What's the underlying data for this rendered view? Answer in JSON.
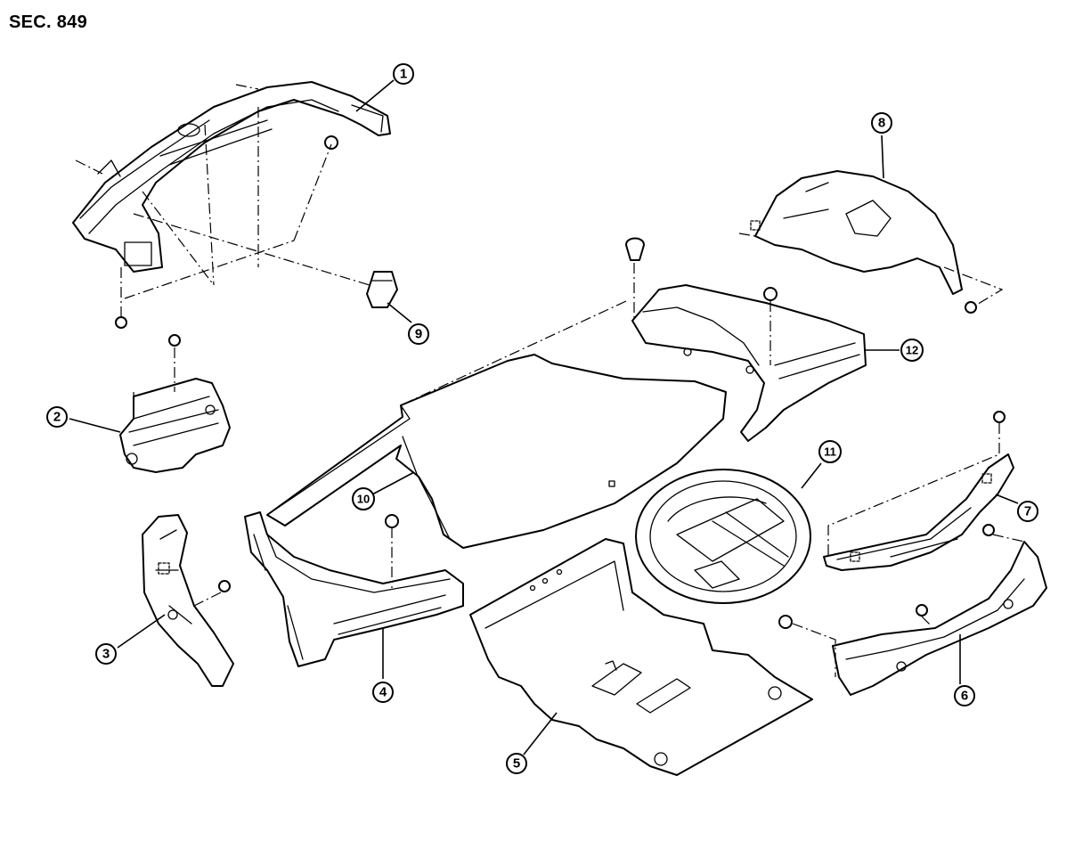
{
  "section_label": "SEC. 849",
  "callouts": [
    {
      "name": "part-1",
      "label": "1"
    },
    {
      "name": "part-2",
      "label": "2"
    },
    {
      "name": "part-3",
      "label": "3"
    },
    {
      "name": "part-4",
      "label": "4"
    },
    {
      "name": "part-5",
      "label": "5"
    },
    {
      "name": "part-6",
      "label": "6"
    },
    {
      "name": "part-7",
      "label": "7"
    },
    {
      "name": "part-8",
      "label": "8"
    },
    {
      "name": "part-9",
      "label": "9"
    },
    {
      "name": "part-10",
      "label": "10"
    },
    {
      "name": "part-11",
      "label": "11"
    },
    {
      "name": "part-12",
      "label": "12"
    }
  ]
}
